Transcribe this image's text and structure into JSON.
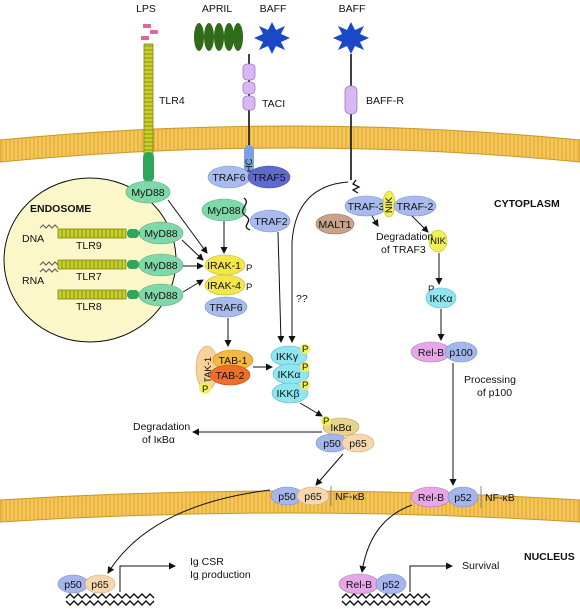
{
  "ligands": {
    "lps": "LPS",
    "april": "APRIL",
    "baff1": "BAFF",
    "baff2": "BAFF"
  },
  "receptors": {
    "tlr4": "TLR4",
    "taci": "TACI",
    "baffr": "BAFF-R",
    "tlr9": "TLR9",
    "tlr7": "TLR7",
    "tlr8": "TLR8"
  },
  "compartments": {
    "cytoplasm": "CYTOPLASM",
    "nucleus": "NUCLEUS",
    "endosome": "ENDOSOME"
  },
  "nucleic": {
    "dna": "DNA",
    "rna": "RNA"
  },
  "adaptors": {
    "myd88": "MyD88",
    "thc": "THC",
    "nik": "NIK",
    "p": "P"
  },
  "traf": {
    "traf6": "TRAF6",
    "traf5": "TRAF5",
    "traf2": "TRAF2",
    "traf3": "TRAF-3",
    "traf2b": "TRAF-2",
    "malt1": "MALT1"
  },
  "irak": {
    "irak1": "IRAK-1",
    "irak4": "IRAK-4"
  },
  "tak": {
    "tak1": "TAK-1",
    "tab1": "TAB-1",
    "tab2": "TAB-2"
  },
  "ikk": {
    "ikkg": "IKKγ",
    "ikka": "IKKα",
    "ikkb": "IKKβ"
  },
  "nfkb": {
    "ikba": "IκBα",
    "p50": "p50",
    "p65": "p65",
    "relb": "Rel-B",
    "p100": "p100",
    "p52": "p52",
    "nfkb": "NF-κB"
  },
  "notes": {
    "qq": "??",
    "deg_traf3_1": "Degradation",
    "deg_traf3_2": "of TRAF3",
    "deg_ikba_1": "Degradation",
    "deg_ikba_2": "of IκBα",
    "proc_1": "Processing",
    "proc_2": "of p100",
    "ig_csr": "Ig CSR",
    "ig_prod": "Ig production",
    "survival": "Survival"
  },
  "colors": {
    "membrane": "#f6c757",
    "membrane_line": "#c9962a",
    "tlr": "#c8cf2a",
    "tlr_dark": "#8b9416",
    "myd88": "#7fd8a8",
    "traf": "#a9bbee",
    "irak": "#f2e64a",
    "ikk": "#8fe6f0",
    "p_yellow": "#f0ef58",
    "relb": "#e7a6e6",
    "p65": "#f6d7ae",
    "p50": "#a4b6ec",
    "taci": "#d9b7f3",
    "april": "#2f6b18",
    "baff": "#1a49c8",
    "lps": "#e6669c",
    "endosome": "#fbf7c9",
    "tab1": "#f4b846",
    "tab2": "#ef6f2a",
    "tak1": "#f6d39b",
    "malt1": "#c8a38a"
  }
}
